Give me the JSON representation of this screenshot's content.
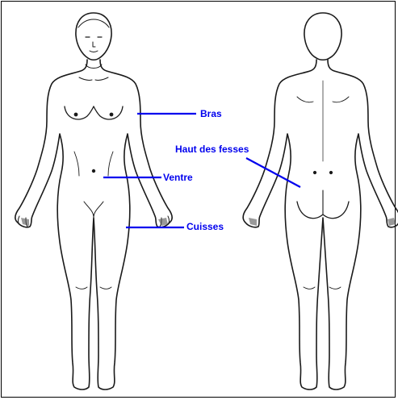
{
  "diagram": {
    "labels": {
      "arms": "Bras",
      "belly": "Ventre",
      "thighs": "Cuisses",
      "upper_buttocks": "Haut des fesses"
    },
    "label_color": "#0000ee",
    "line_color": "#0000ee",
    "outline_color": "#1a1a1a"
  }
}
